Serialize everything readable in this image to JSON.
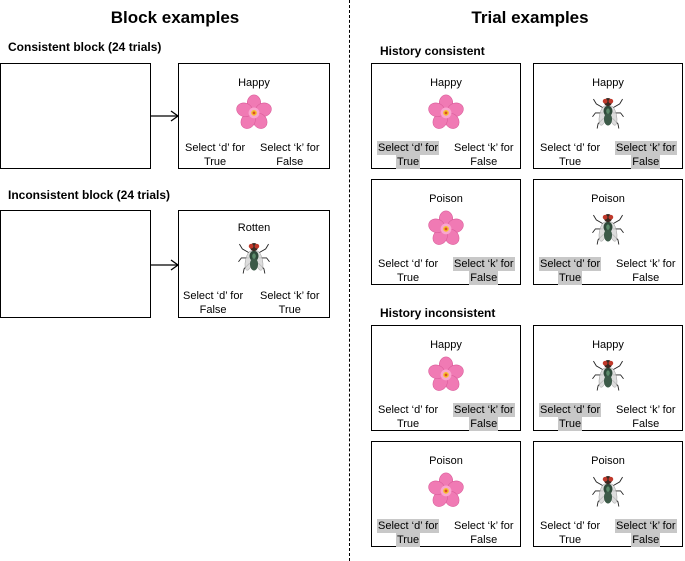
{
  "headings": {
    "left": "Block examples",
    "right": "Trial examples"
  },
  "blocks": [
    {
      "label": "Consistent block (24 trials)",
      "word": "Happy",
      "stimulus": "flower",
      "left": {
        "line1": "Select ‘d’ for",
        "line2": "True"
      },
      "right": {
        "line1": "Select ‘k’ for",
        "line2": "False"
      }
    },
    {
      "label": "Inconsistent block (24 trials)",
      "word": "Rotten",
      "stimulus": "fly",
      "left": {
        "line1": "Select ‘d’ for",
        "line2": "False"
      },
      "right": {
        "line1": "Select ‘k’ for",
        "line2": "True"
      }
    }
  ],
  "sections": [
    {
      "label": "History consistent",
      "trials": [
        {
          "word": "Happy",
          "stimulus": "flower",
          "highlight": "left"
        },
        {
          "word": "Happy",
          "stimulus": "fly",
          "highlight": "right"
        },
        {
          "word": "Poison",
          "stimulus": "flower",
          "highlight": "right"
        },
        {
          "word": "Poison",
          "stimulus": "fly",
          "highlight": "left"
        }
      ]
    },
    {
      "label": "History inconsistent",
      "trials": [
        {
          "word": "Happy",
          "stimulus": "flower",
          "highlight": "right"
        },
        {
          "word": "Happy",
          "stimulus": "fly",
          "highlight": "left"
        },
        {
          "word": "Poison",
          "stimulus": "flower",
          "highlight": "left"
        },
        {
          "word": "Poison",
          "stimulus": "fly",
          "highlight": "right"
        }
      ]
    }
  ],
  "trial_response": {
    "left": {
      "line1": "Select ‘d’ for",
      "line2": "True"
    },
    "right": {
      "line1": "Select ‘k’ for",
      "line2": "False"
    }
  }
}
